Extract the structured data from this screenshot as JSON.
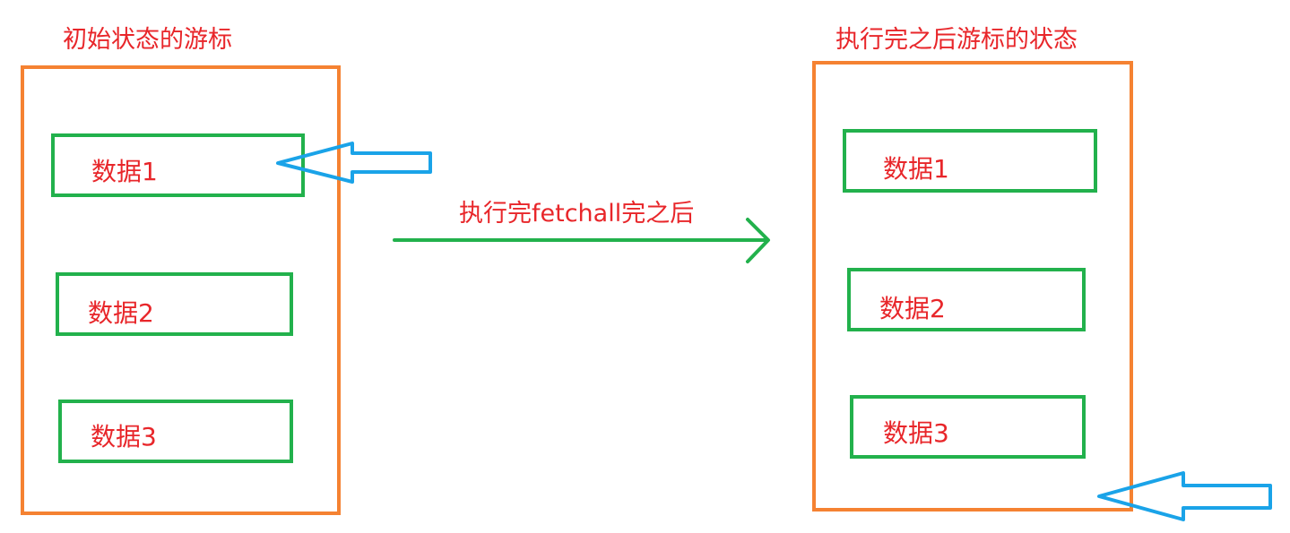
{
  "left_panel": {
    "title": "初始状态的游标",
    "records": [
      "数据1",
      "数据2",
      "数据3"
    ]
  },
  "right_panel": {
    "title": "执行完之后游标的状态",
    "records": [
      "数据1",
      "数据2",
      "数据3"
    ]
  },
  "transition": {
    "label": "执行完fetchall完之后"
  },
  "colors": {
    "panel_border": "#f58232",
    "record_border": "#22b14c",
    "text": "#e8262a",
    "cursor_arrow": "#1aa3e8",
    "transition_arrow": "#22b14c"
  }
}
